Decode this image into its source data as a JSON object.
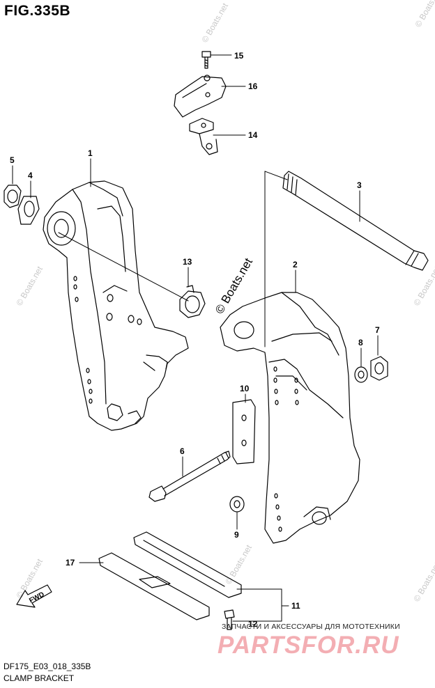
{
  "figure": {
    "title": "FIG.335B",
    "model_code": "DF175_E03_018_335B",
    "section_name": "CLAMP BRACKET"
  },
  "callouts": [
    "1",
    "2",
    "3",
    "4",
    "5",
    "6",
    "7",
    "8",
    "9",
    "10",
    "11",
    "12",
    "13",
    "14",
    "15",
    "16",
    "17"
  ],
  "direction_badge": "FWD",
  "watermark": {
    "main": "© Boats.net",
    "faint": "© Boats.net"
  },
  "brand": {
    "tagline": "ЗАПЧАСТИ И АКСЕССУАРЫ ДЛЯ МОТОТЕХНИКИ",
    "logo": "PARTSFOR.RU",
    "logo_color": "#f2a0a6"
  },
  "colors": {
    "line": "#000000",
    "background": "#ffffff",
    "watermark": "#c8c8c8"
  }
}
